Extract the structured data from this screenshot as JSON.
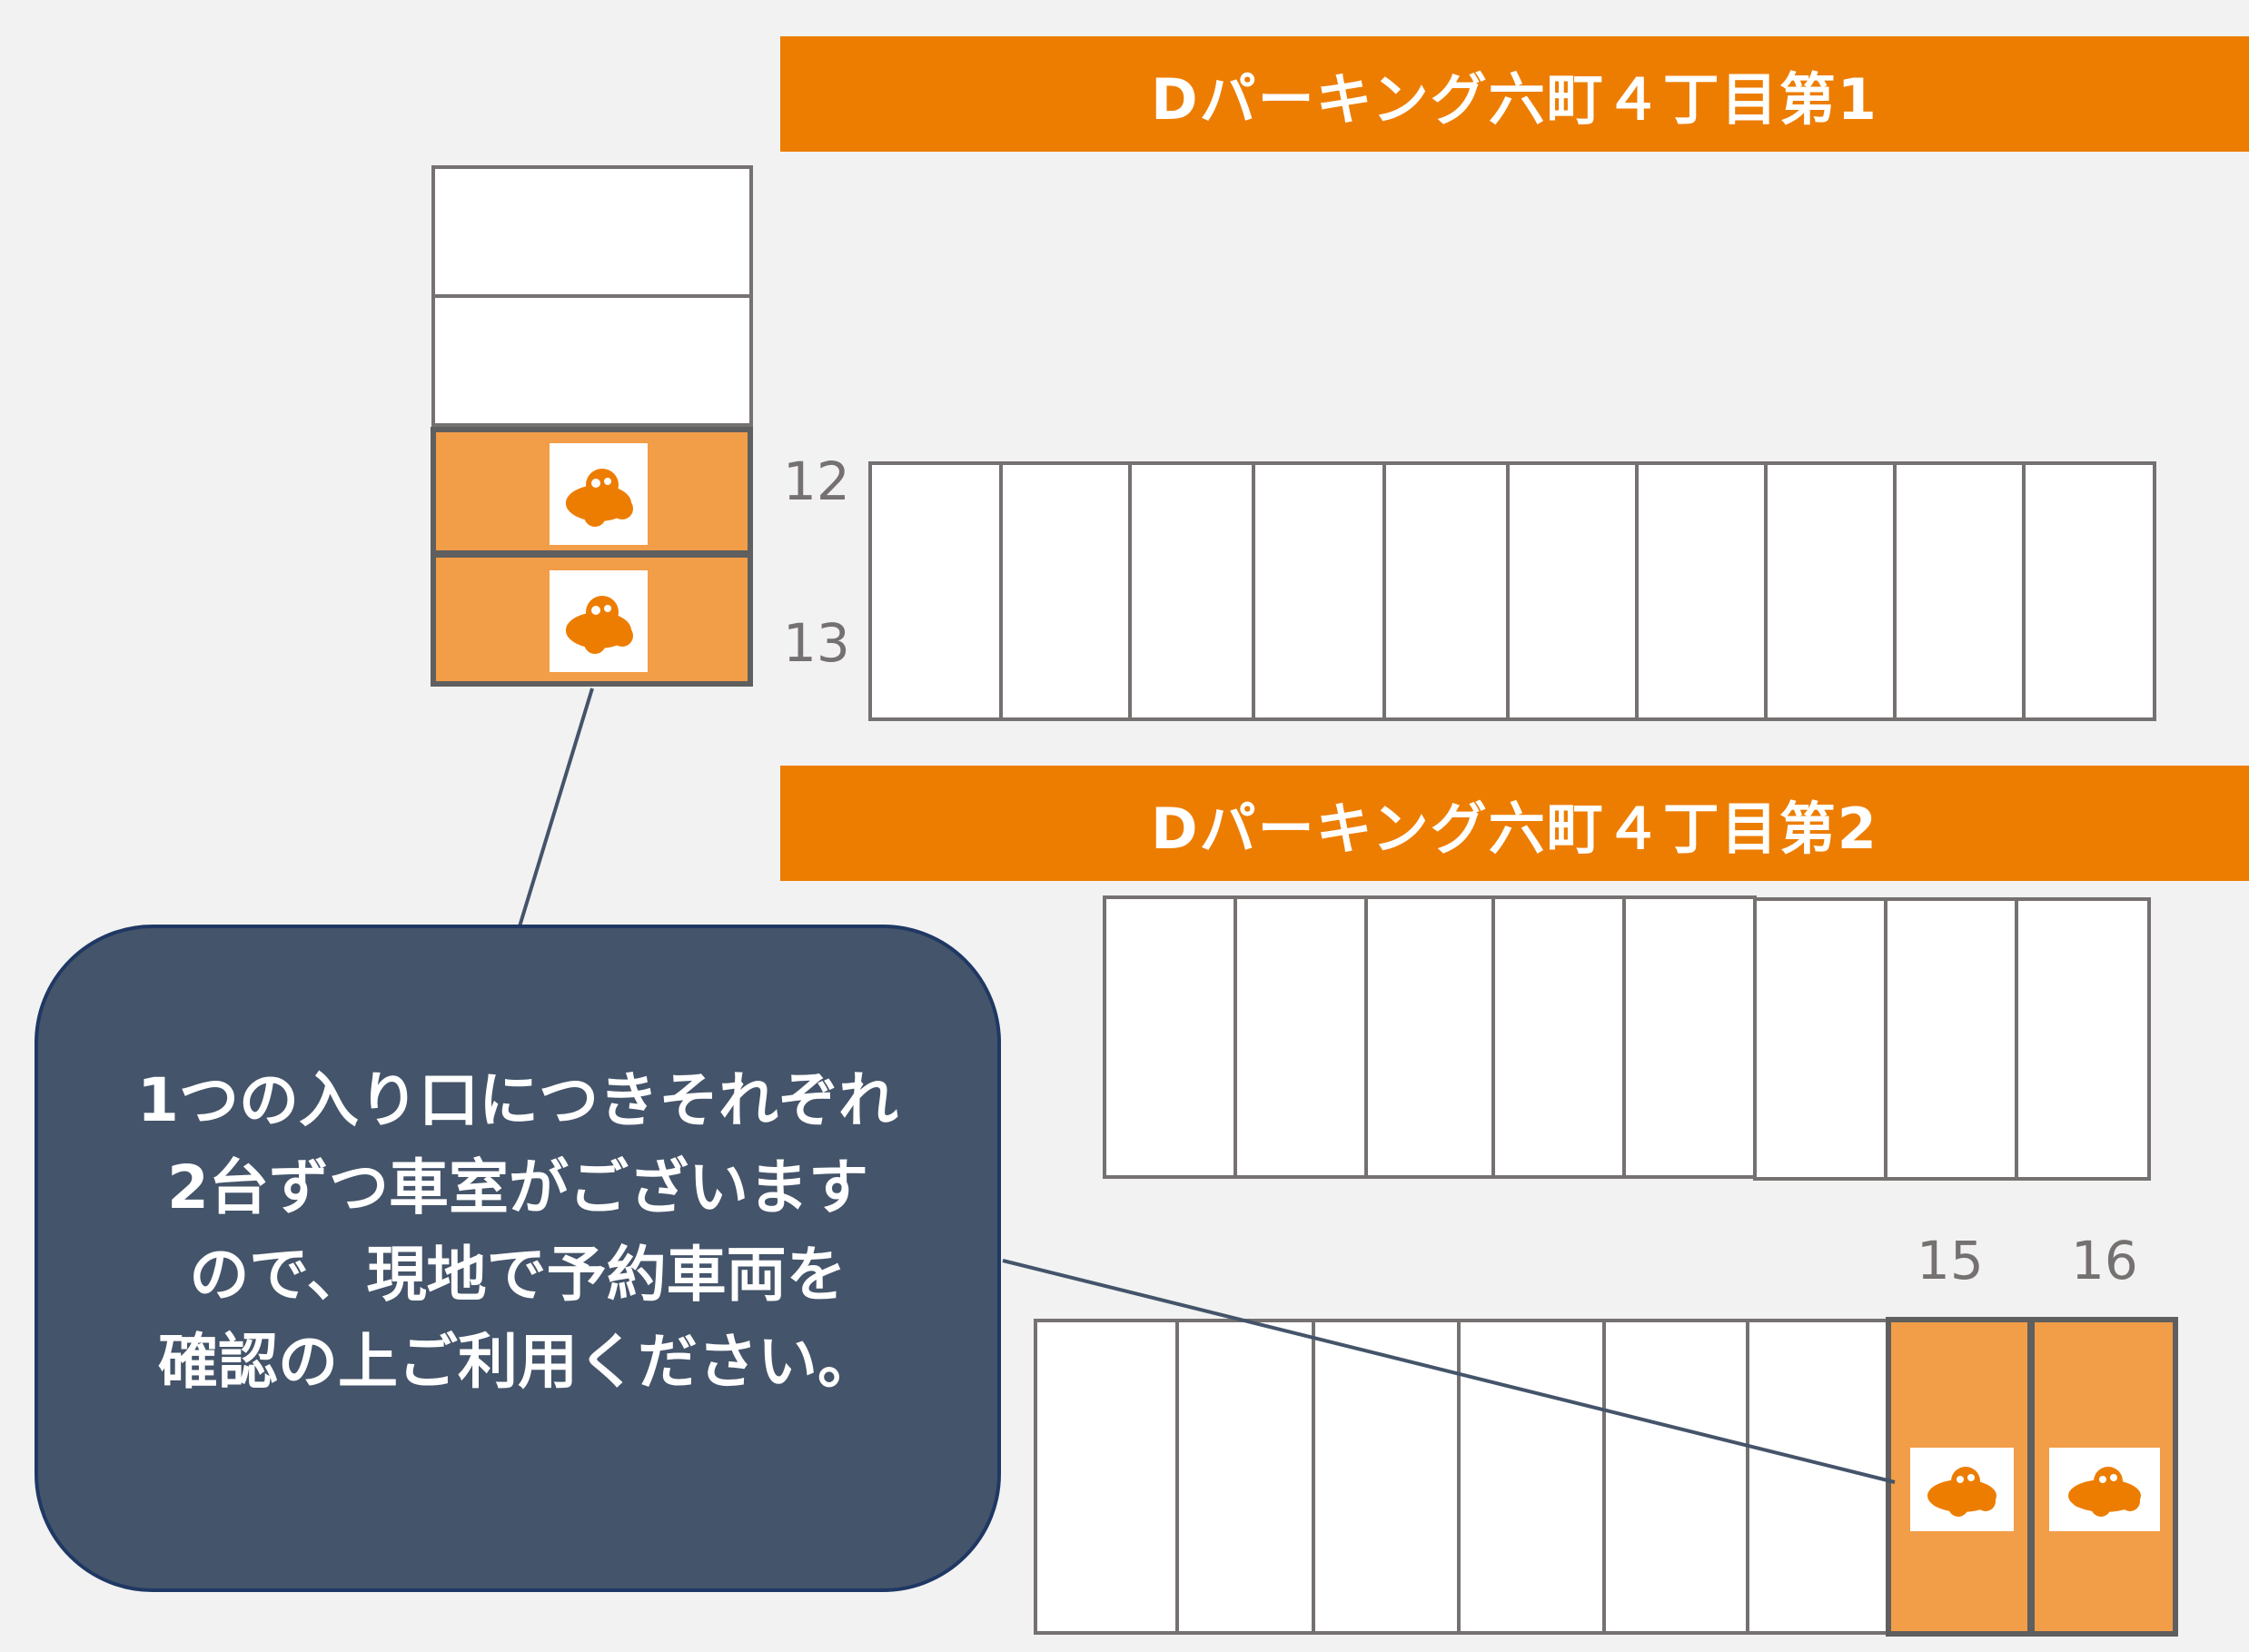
{
  "colors": {
    "banner": "#ed7d00",
    "reserved_stall": "#f29d47",
    "stall_border": "#767171",
    "callout_fill": "#44546a",
    "callout_border": "#1f3864",
    "background": "#f2f2f2",
    "icon_mascot": "#ed7d00"
  },
  "lot1": {
    "title": "Dパーキング六町４丁目第1",
    "labels": {
      "row_top": "12",
      "row_bottom": "13"
    }
  },
  "lot2": {
    "title": "Dパーキング六町４丁目第2",
    "labels": {
      "left": "15",
      "right": "16"
    }
  },
  "callout": {
    "text": "1つの入り口につきそれぞれ\n2台ずつ車室がございます\nので、現地で予約車両を\n確認の上ご利用ください。"
  },
  "icons": {
    "reserved_marker": "mascot-icon"
  }
}
